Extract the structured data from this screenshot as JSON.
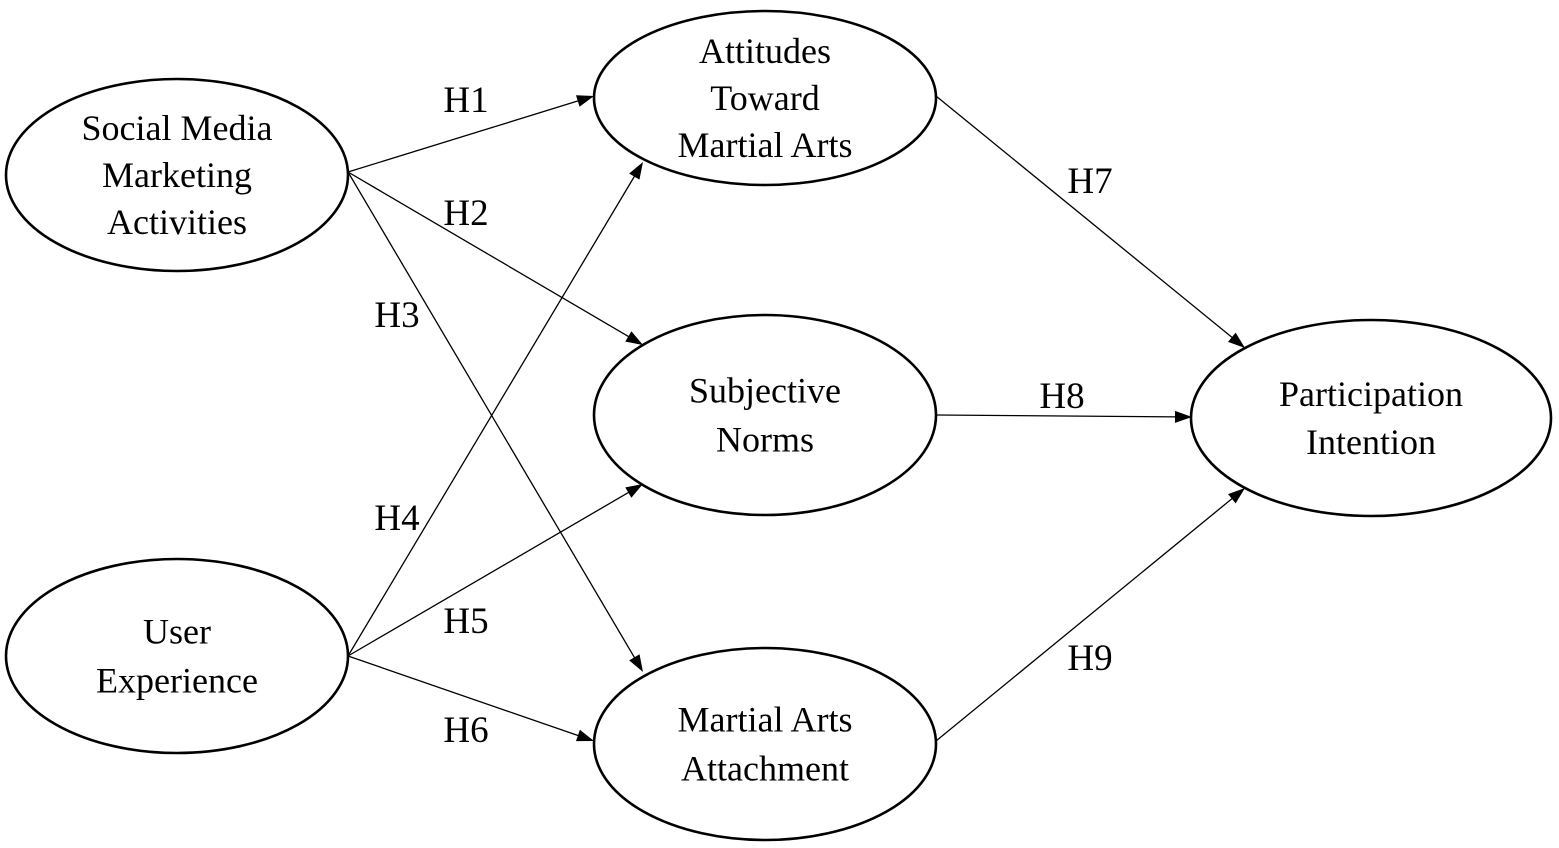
{
  "nodes": [
    {
      "id": "smma",
      "lines": [
        "Social Media",
        "Marketing",
        "Activities"
      ]
    },
    {
      "id": "ux",
      "lines": [
        "User",
        "Experience"
      ]
    },
    {
      "id": "attitudes",
      "lines": [
        "Attitudes",
        "Toward",
        "Martial Arts"
      ]
    },
    {
      "id": "norms",
      "lines": [
        "Subjective",
        "Norms"
      ]
    },
    {
      "id": "attachment",
      "lines": [
        "Martial Arts",
        "Attachment"
      ]
    },
    {
      "id": "intention",
      "lines": [
        "Participation",
        "Intention"
      ]
    }
  ],
  "edges": [
    {
      "id": "h1",
      "from": "smma",
      "to": "attitudes",
      "label": "H1"
    },
    {
      "id": "h2",
      "from": "smma",
      "to": "norms",
      "label": "H2"
    },
    {
      "id": "h3",
      "from": "smma",
      "to": "attachment",
      "label": "H3"
    },
    {
      "id": "h4",
      "from": "ux",
      "to": "attitudes",
      "label": "H4"
    },
    {
      "id": "h5",
      "from": "ux",
      "to": "norms",
      "label": "H5"
    },
    {
      "id": "h6",
      "from": "ux",
      "to": "attachment",
      "label": "H6"
    },
    {
      "id": "h7",
      "from": "attitudes",
      "to": "intention",
      "label": "H7"
    },
    {
      "id": "h8",
      "from": "norms",
      "to": "intention",
      "label": "H8"
    },
    {
      "id": "h9",
      "from": "attachment",
      "to": "intention",
      "label": "H9"
    }
  ]
}
